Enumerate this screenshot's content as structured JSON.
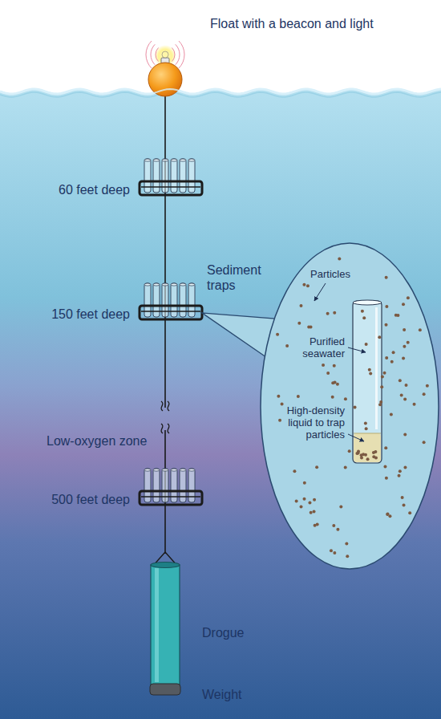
{
  "diagram": {
    "nodes": [
      {
        "text": [
          "Particles",
          "Purified seawater",
          "High-density liquid to trap particles"
        ]
      }
    ],
    "labels": [
      "Float with a beacon and light",
      "60 feet deep",
      "Sediment traps",
      "150 feet deep",
      "Low-oxygen zone",
      "500 feet deep",
      "Drogue",
      "Weight"
    ]
  }
}
